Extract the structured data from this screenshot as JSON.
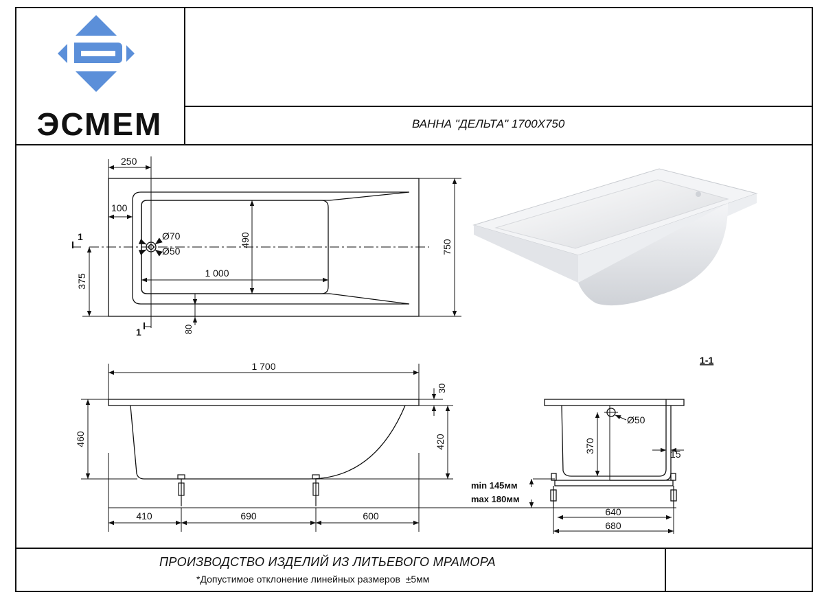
{
  "header": {
    "brand": "ЭСМЕМ",
    "product_title": "ВАННА \"ДЕЛЬТА\" 1700X750"
  },
  "plan_view": {
    "dim_250": "250",
    "dim_100": "100",
    "dim_490": "490",
    "dim_750": "750",
    "dim_375": "375",
    "dim_1000": "1 000",
    "dim_80": "80",
    "drain_70": "Ø70",
    "drain_50": "Ø50",
    "section_mark": "1"
  },
  "side_view": {
    "dim_1700": "1 700",
    "dim_30": "30",
    "dim_460": "460",
    "dim_420": "420",
    "dim_410": "410",
    "dim_690": "690",
    "dim_600": "600"
  },
  "legs": {
    "min": "min 145мм",
    "max": "max 180мм"
  },
  "section_view": {
    "title": "1-1",
    "drain_50": "Ø50",
    "dim_370": "370",
    "dim_15": "15",
    "dim_640": "640",
    "dim_680": "680"
  },
  "footer": {
    "main": "ПРОИЗВОДСТВО ИЗДЕЛИЙ ИЗ ЛИТЬЕВОГО МРАМОРА",
    "note": "*Допустимое отклонение линейных размеров  ±5мм"
  },
  "colors": {
    "logo_blue": "#5b8fd9",
    "ink": "#111111"
  }
}
